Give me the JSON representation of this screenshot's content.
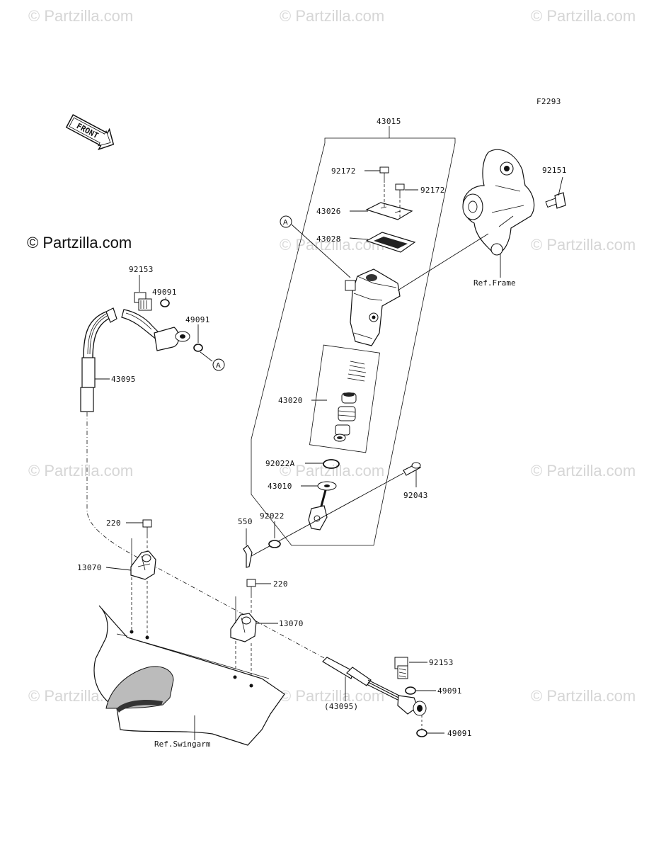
{
  "figure_code": "F2293",
  "brand": "© Partzilla.com",
  "watermark": "© Partzilla.com",
  "front_arrow": "FRONT",
  "callout_letter": "A",
  "refs": {
    "frame": "Ref.Frame",
    "swingarm": "Ref.Swingarm"
  },
  "parts": {
    "p43015": "43015",
    "p92172a": "92172",
    "p92172b": "92172",
    "p92151": "92151",
    "p43026": "43026",
    "p43028": "43028",
    "p92153a": "92153",
    "p49091a": "49091",
    "p49091b": "49091",
    "p43095": "43095",
    "p43020": "43020",
    "p92022A": "92022A",
    "p43010": "43010",
    "p92043": "92043",
    "p550": "550",
    "p92022": "92022",
    "p220a": "220",
    "p13070a": "13070",
    "p220b": "220",
    "p13070b": "13070",
    "p92153b": "92153",
    "p49091c": "49091",
    "p43095b": "(43095)",
    "p49091d": "49091"
  }
}
